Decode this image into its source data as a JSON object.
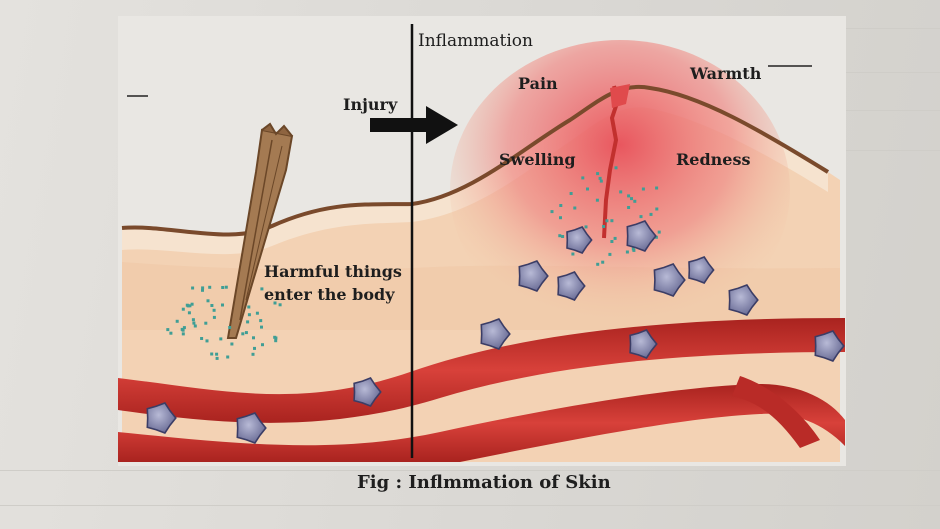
{
  "labels": {
    "inflammation": "Inflammation",
    "pain": "Pain",
    "warmth": "Warmth",
    "injury": "Injury",
    "swelling": "Swelling",
    "redness": "Redness",
    "harmful_line1": "Harmful things",
    "harmful_line2": "enter the body"
  },
  "caption": "Fig : Inflmmation of Skin",
  "colors": {
    "skin_outline": "#7a4a2c",
    "skin_fill": "#f2c9a8",
    "inflamed": "#e8505a",
    "vessel": "#c8352f",
    "cell": "#7c7ea6",
    "particles": "#3f9e95"
  }
}
